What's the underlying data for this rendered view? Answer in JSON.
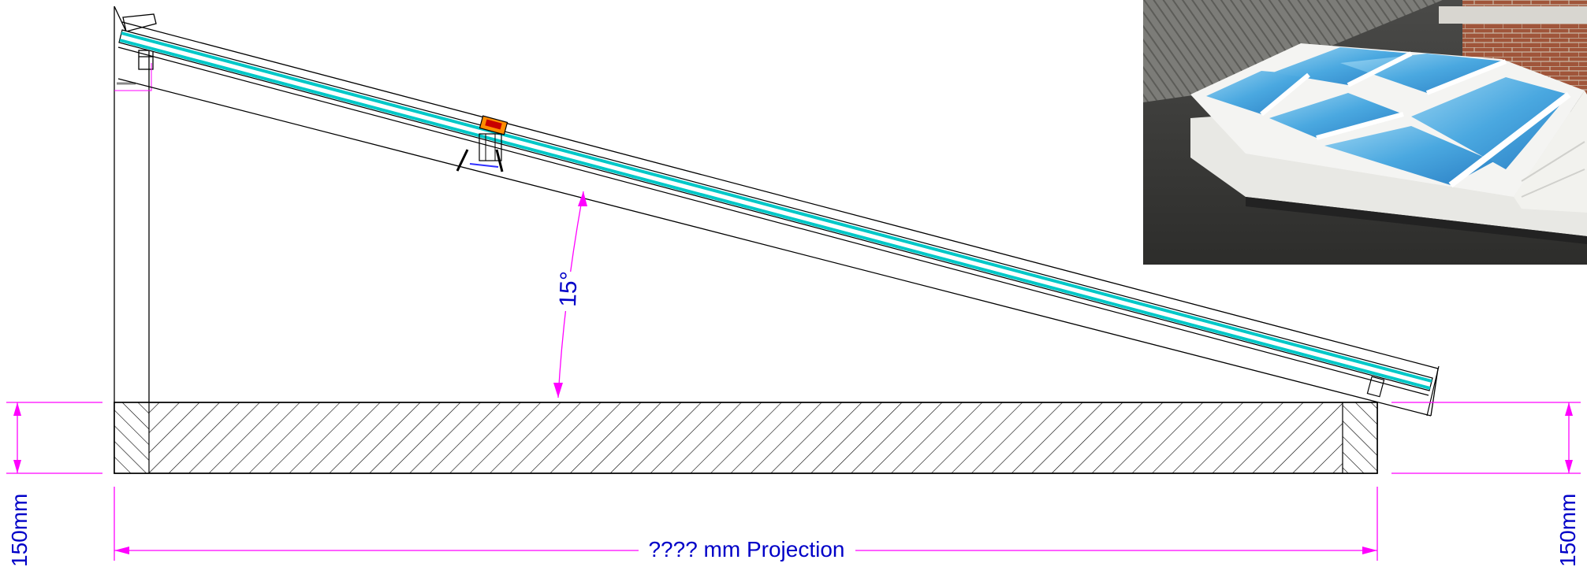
{
  "drawing": {
    "angle_label": "15°",
    "left_height_label": "150mm",
    "right_height_label": "150mm",
    "projection_label": "???? mm  Projection"
  },
  "photo": {
    "subject": "lean-to roof lantern with blue glazing on flat roof"
  },
  "colors": {
    "line": "#000000",
    "dimension": "#ff00ff",
    "dimension_text": "#0000c8",
    "glazing": "#00c8c8"
  }
}
